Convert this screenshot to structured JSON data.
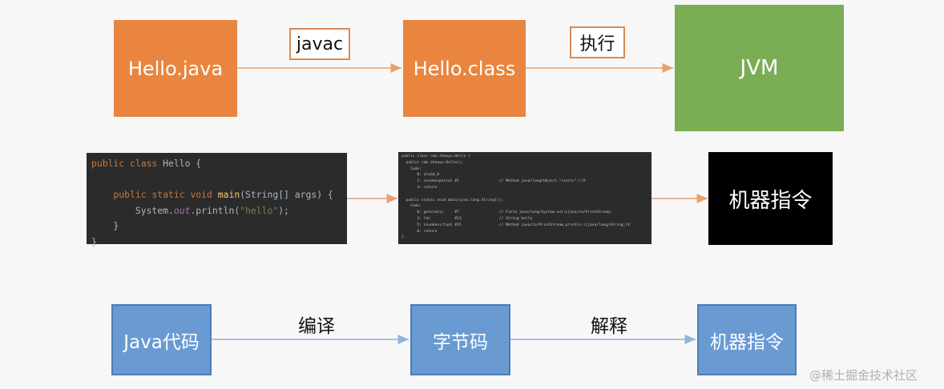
{
  "row1": {
    "source": "Hello.java",
    "step1": "javac",
    "bytecode": "Hello.class",
    "step2": "执行",
    "runtime": "JVM"
  },
  "row2": {
    "source_code": [
      "public class Hello {",
      "",
      "    public static void main(String[] args) {",
      "        System.out.println(\"hello\");",
      "    }",
      "}"
    ],
    "bytecode_dump": [
      "public class com.zhouyu.Hello {",
      "  public com.zhouyu.Hello();",
      "    Code:",
      "       0: aload_0",
      "       1: invokespecial #1                  // Method java/lang/Object.\"<init>\":()V",
      "       4: return",
      "",
      "  public static void main(java.lang.String[]);",
      "    Code:",
      "       0: getstatic     #7                  // Field java/lang/System.out:Ljava/io/PrintStream;",
      "       3: ldc           #13                 // String hello",
      "       5: invokevirtual #15                 // Method java/io/PrintStream.println:(Ljava/lang/String;)V",
      "       8: return",
      "}"
    ],
    "machine": "机器指令"
  },
  "row3": {
    "source": "Java代码",
    "step1": "编译",
    "bytecode": "字节码",
    "step2": "解释",
    "machine": "机器指令"
  },
  "watermark": "@稀土掘金技术社区",
  "colors": {
    "orange": "#e9853f",
    "green": "#7bad55",
    "black": "#000000",
    "blue": "#6a9ad2",
    "arrow_orange": "#e9a070",
    "arrow_blue": "#8fb3dc"
  }
}
